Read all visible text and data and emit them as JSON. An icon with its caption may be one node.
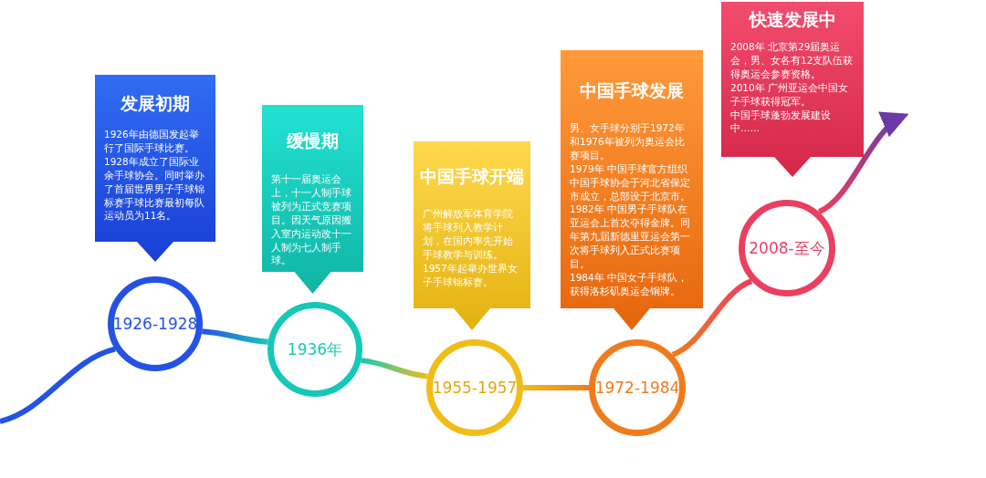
{
  "diagram": {
    "nodes": [
      {
        "text": [
          "发展初期",
          "1926年由德国发起举行了国际手球比赛。1928年成立了国际业余手球协会。同时举办了首届世界男子手球锦标赛手球比赛最初每队运动员为11名。"
        ]
      },
      {
        "text": [
          "1926-1928"
        ]
      },
      {
        "text": [
          "缓慢期",
          "第十一届奥运会上，十一人制手球被列为正式竞赛项目。因天气原因搬入室内运动改十一人制为七人制手球。"
        ]
      },
      {
        "text": [
          "1936年"
        ]
      },
      {
        "text": [
          "中国手球开端",
          "广州解放军体育学院将手球列入教学计划，在国内率先开始手球教学与训练。1957年起举办世界女子手球锦标赛。"
        ]
      },
      {
        "text": [
          "1955-1957"
        ]
      },
      {
        "text": [
          "中国手球发展",
          "男、女手球分别于1972年和1976年被列为奥运会比赛项目。",
          "1979年 中国手球官方组织中国手球协会于河北省保定市成立，总部设于北京市。",
          "1982年 中国男子手球队在亚运会上首次夺得金牌。同年第九届新德里亚运会第一次将手球列入正式比赛项目。",
          "1984年 中国女子手球队，获得洛杉矶奥运会铜牌。"
        ]
      },
      {
        "text": [
          "1972-1984"
        ]
      },
      {
        "text": [
          "快速发展中",
          "2008年 北京第29届奥运会，男、女各有12支队伍获得奥运会参赛资格。",
          "2010年  广州亚运会中国女子手球获得冠军。",
          "中国手球蓬勃发展建设中……"
        ]
      },
      {
        "text": [
          "2008-至今"
        ]
      }
    ],
    "edges": [
      {
        "from": null,
        "to": 1,
        "arrow": "none"
      },
      {
        "from": 1,
        "to": 3,
        "arrow": "none"
      },
      {
        "from": 3,
        "to": 5,
        "arrow": "none"
      },
      {
        "from": 5,
        "to": 7,
        "arrow": "none"
      },
      {
        "from": 7,
        "to": 9,
        "arrow": "none"
      },
      {
        "from": 9,
        "to": null,
        "arrow": "to"
      }
    ]
  }
}
